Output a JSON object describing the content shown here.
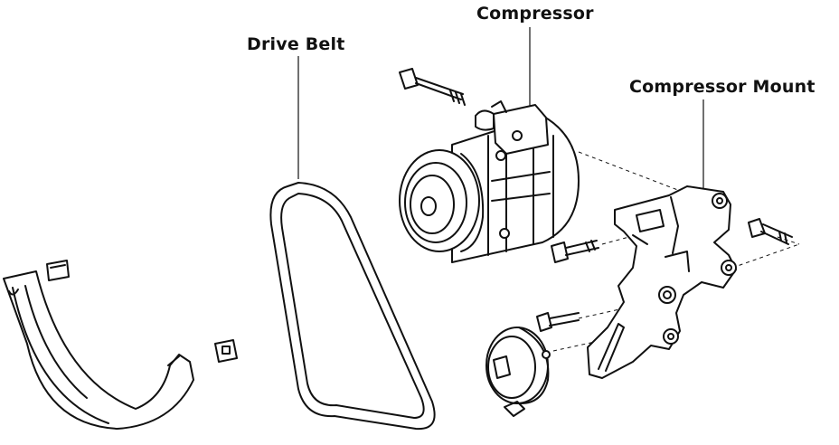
{
  "labels": {
    "compressor": "Compressor",
    "drive_belt": "Drive Belt",
    "compressor_mount": "Compressor Mount"
  }
}
